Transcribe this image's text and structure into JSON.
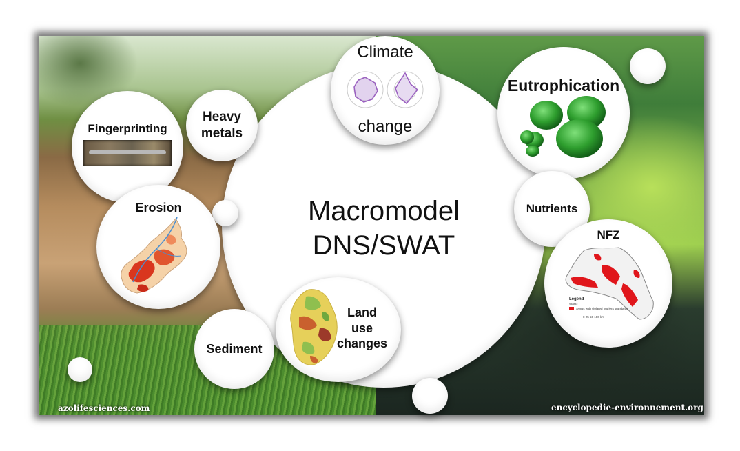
{
  "center": {
    "line1": "Macromodel",
    "line2": "DNS/SWAT"
  },
  "topics": {
    "climate_line1": "Climate",
    "climate_line2": "change",
    "eutrophication": "Eutrophication",
    "heavy_metals_line1": "Heavy",
    "heavy_metals_line2": "metals",
    "fingerprinting": "Fingerprinting",
    "erosion": "Erosion",
    "nutrients": "Nutrients",
    "nfz": "NFZ",
    "sediment": "Sediment",
    "land_use_line1": "Land",
    "land_use_line2": "use",
    "land_use_line3": "changes"
  },
  "nfz_legend": {
    "title": "Legend",
    "subtitle": "SWBs",
    "item": "SWBs with violated nutrient standards",
    "scale": "0   25   50       100 km"
  },
  "credits": {
    "left": "azolifesciences.com",
    "right": "encyclopedie-environnement.org"
  },
  "colors": {
    "bubble": "#ffffff",
    "algae_green": "#2e9e2e",
    "erosion_red": "#d9361e",
    "nfz_red": "#e0161b",
    "land_yellow": "#e6d05a"
  }
}
